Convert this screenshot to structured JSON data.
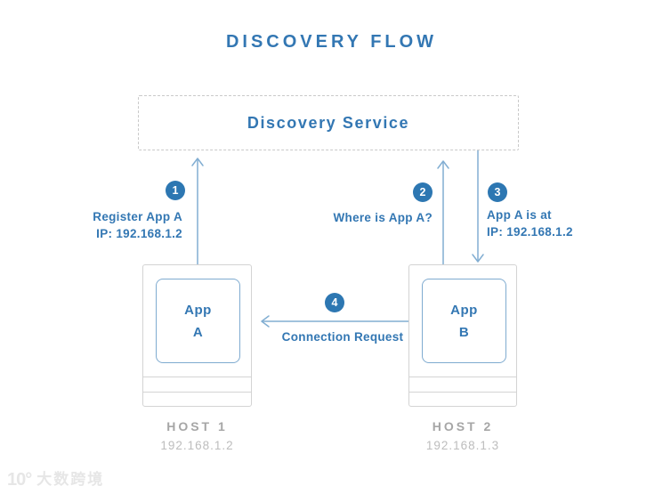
{
  "title": "DISCOVERY FLOW",
  "discovery_service": {
    "label": "Discovery Service"
  },
  "hosts": [
    {
      "name": "HOST 1",
      "ip": "192.168.1.2",
      "app": [
        "App",
        "A"
      ]
    },
    {
      "name": "HOST 2",
      "ip": "192.168.1.3",
      "app": [
        "App",
        "B"
      ]
    }
  ],
  "steps": [
    {
      "number": "1",
      "lines": [
        "Register App A",
        "IP: 192.168.1.2"
      ],
      "direction": "app-a-to-discovery-service"
    },
    {
      "number": "2",
      "lines": [
        "Where is App A?"
      ],
      "direction": "app-b-to-discovery-service"
    },
    {
      "number": "3",
      "lines": [
        "App A is at",
        "IP: 192.168.1.2"
      ],
      "direction": "discovery-service-to-app-b"
    },
    {
      "number": "4",
      "lines": [
        "Connection Request"
      ],
      "direction": "app-b-to-app-a"
    }
  ],
  "watermark": {
    "logo": "10°",
    "text": "大数跨境"
  },
  "colors": {
    "text_blue": "#3377b3",
    "arrow_blue": "#82aed2",
    "badge_blue": "#2d77b2",
    "box_border_gray": "#d3d3d3",
    "dashed_border_gray": "#c9c9c9",
    "host_name_gray": "#a6a6a6",
    "host_ip_gray": "#bdbdbd",
    "watermark_gray": "#e6e6e6"
  }
}
